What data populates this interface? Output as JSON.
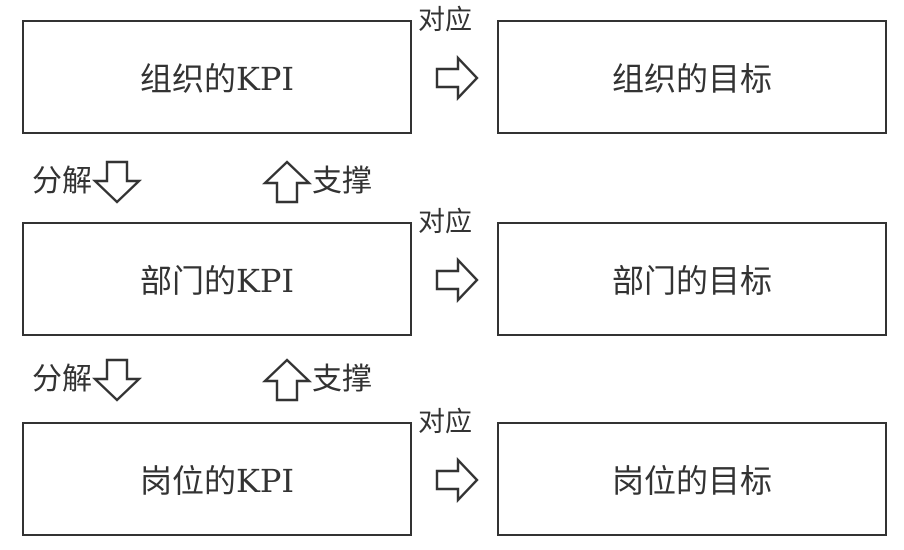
{
  "rows": [
    {
      "kpi": "组织的KPI",
      "relation": "对应",
      "goal": "组织的目标"
    },
    {
      "kpi": "部门的KPI",
      "relation": "对应",
      "goal": "部门的目标"
    },
    {
      "kpi": "岗位的KPI",
      "relation": "对应",
      "goal": "岗位的目标"
    }
  ],
  "connectors": [
    {
      "down_label": "分解",
      "up_label": "支撑"
    },
    {
      "down_label": "分解",
      "up_label": "支撑"
    }
  ],
  "colors": {
    "stroke": "#333333",
    "background": "#ffffff"
  },
  "icons": {
    "relation": "right-arrow-icon",
    "decompose": "down-arrow-icon",
    "support": "up-arrow-icon"
  }
}
